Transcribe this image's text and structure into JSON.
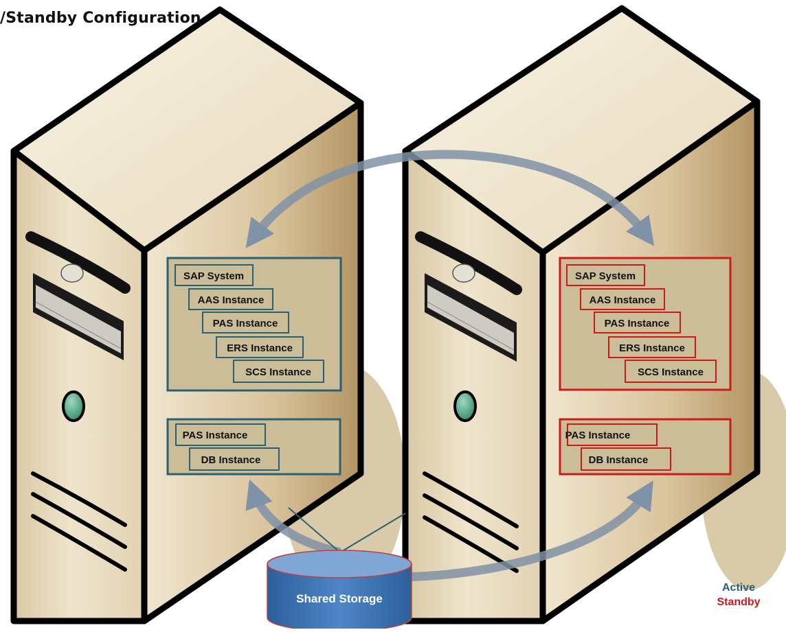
{
  "title": "/Standby Configuration",
  "legend": {
    "active": "Active",
    "standby": "Standby"
  },
  "colors": {
    "active": "#2a6072",
    "standby": "#cc1a1a",
    "server_front": "#e9dcc0",
    "server_side": "#c2a77c",
    "server_top": "#f4ecd8",
    "arrow": "#7f92a6",
    "storage": "#3d74b4",
    "shadow": "#d8c8a8"
  },
  "servers": {
    "left": {
      "role": "Active",
      "app_group": [
        "SAP System",
        "AAS Instance",
        "PAS Instance",
        "ERS Instance",
        "SCS Instance"
      ],
      "db_group": [
        "PAS Instance",
        "DB Instance"
      ]
    },
    "right": {
      "role": "Standby",
      "app_group": [
        "SAP System",
        "AAS Instance",
        "PAS Instance",
        "ERS Instance",
        "SCS Instance"
      ],
      "db_group": [
        "PAS Instance",
        "DB Instance"
      ]
    }
  },
  "storage": {
    "label": "Shared Storage"
  }
}
